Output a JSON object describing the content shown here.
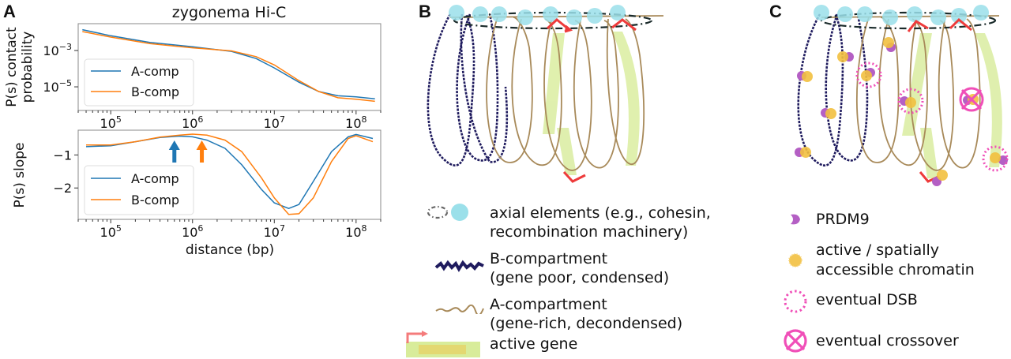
{
  "panels": {
    "a": {
      "letter": "A"
    },
    "b": {
      "letter": "B"
    },
    "c": {
      "letter": "C"
    }
  },
  "colors": {
    "a_comp": "#1f77b4",
    "b_comp": "#ff7f0e",
    "axial": "#9be0ea",
    "b_compartment": "#1f1b5e",
    "a_compartment": "#a88a5a",
    "active_gene": "#d8ec9a",
    "tss_arrow": "#ee3b3b",
    "prdm9": "#b45fc4",
    "accessible": "#f2c040",
    "dsb": "#f04fb8",
    "crossover": "#f04fb8"
  },
  "chart_data": [
    {
      "type": "line",
      "title": "zygonema Hi-C",
      "xlabel": "",
      "ylabel": "P(s) contact probability",
      "xscale": "log",
      "yscale": "log",
      "xlim": [
        40000,
        200000000
      ],
      "ylim": [
        5e-07,
        0.03
      ],
      "xticks": [
        "10^5",
        "10^6",
        "10^7",
        "10^8"
      ],
      "yticks": [
        "10^-3",
        "10^-5"
      ],
      "legend": "left-middle",
      "x": [
        45000,
        100000,
        300000,
        1000000,
        3000000,
        6000000,
        10000000,
        20000000,
        35000000,
        60000000,
        100000000,
        170000000
      ],
      "series": [
        {
          "name": "A-comp",
          "values": [
            0.014,
            0.0065,
            0.0028,
            0.0016,
            0.0009,
            0.00036,
            0.00011,
            1.8e-05,
            5.5e-06,
            3.2e-06,
            2.8e-06,
            2.2e-06
          ]
        },
        {
          "name": "B-comp",
          "values": [
            0.011,
            0.0055,
            0.0024,
            0.0014,
            0.00095,
            0.00046,
            0.00016,
            2.2e-05,
            5.5e-06,
            2.5e-06,
            2.1e-06,
            1.6e-06
          ]
        }
      ]
    },
    {
      "type": "line",
      "title": "",
      "xlabel": "distance (bp)",
      "ylabel": "P(s) slope",
      "xscale": "log",
      "yscale": "linear",
      "xlim": [
        40000,
        200000000
      ],
      "ylim": [
        -2.95,
        -0.25
      ],
      "xticks": [
        "10^5",
        "10^6",
        "10^7",
        "10^8"
      ],
      "yticks": [
        "-1",
        "-2"
      ],
      "legend": "left-bottom",
      "x": [
        50000,
        100000,
        200000,
        400000,
        700000,
        1000000,
        1500000,
        2500000,
        4000000,
        7000000,
        10000000,
        15000000,
        20000000,
        30000000,
        50000000,
        80000000,
        100000000,
        160000000
      ],
      "series": [
        {
          "name": "A-comp",
          "values": [
            -0.75,
            -0.72,
            -0.6,
            -0.47,
            -0.43,
            -0.45,
            -0.55,
            -0.8,
            -1.3,
            -2.05,
            -2.45,
            -2.62,
            -2.5,
            -1.8,
            -0.9,
            -0.45,
            -0.38,
            -0.5
          ]
        },
        {
          "name": "B-comp",
          "values": [
            -0.7,
            -0.7,
            -0.6,
            -0.46,
            -0.4,
            -0.37,
            -0.4,
            -0.55,
            -0.9,
            -1.7,
            -2.3,
            -2.8,
            -2.78,
            -2.3,
            -1.2,
            -0.5,
            -0.42,
            -0.6
          ]
        }
      ],
      "annotations": [
        {
          "type": "arrow",
          "x": 600000,
          "series": "A-comp"
        },
        {
          "type": "arrow",
          "x": 1300000,
          "series": "B-comp"
        }
      ]
    }
  ],
  "legend_b": [
    {
      "icon": "axial-elements-icon",
      "line1": "axial elements (e.g., cohesin,",
      "line2": "recombination machinery)"
    },
    {
      "icon": "b-compartment-icon",
      "line1": "B-compartment",
      "line2": "(gene poor, condensed)"
    },
    {
      "icon": "a-compartment-icon",
      "line1": "A-compartment",
      "line2": "(gene-rich, decondensed)"
    },
    {
      "icon": "active-gene-icon",
      "line1": "active gene",
      "line2": ""
    }
  ],
  "legend_c": [
    {
      "icon": "prdm9-icon",
      "line1": "PRDM9",
      "line2": ""
    },
    {
      "icon": "accessible-chromatin-icon",
      "line1": "active / spatially",
      "line2": "accessible chromatin"
    },
    {
      "icon": "dsb-icon",
      "line1": "eventual DSB",
      "line2": ""
    },
    {
      "icon": "crossover-icon",
      "line1": "eventual crossover",
      "line2": ""
    }
  ]
}
